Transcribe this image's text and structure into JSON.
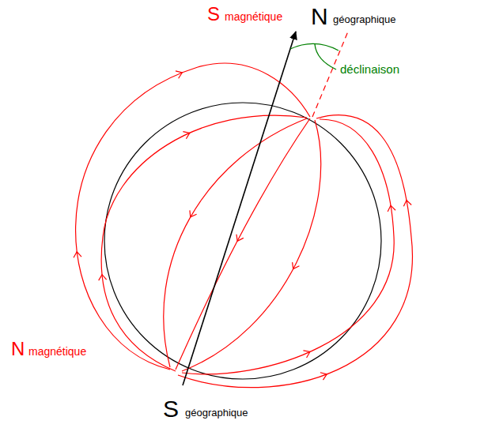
{
  "diagram": {
    "labels": [
      "S",
      "magnétique",
      "N",
      "géographique",
      "déclinaison",
      "N",
      "magnétique",
      "S",
      "géographique"
    ]
  }
}
